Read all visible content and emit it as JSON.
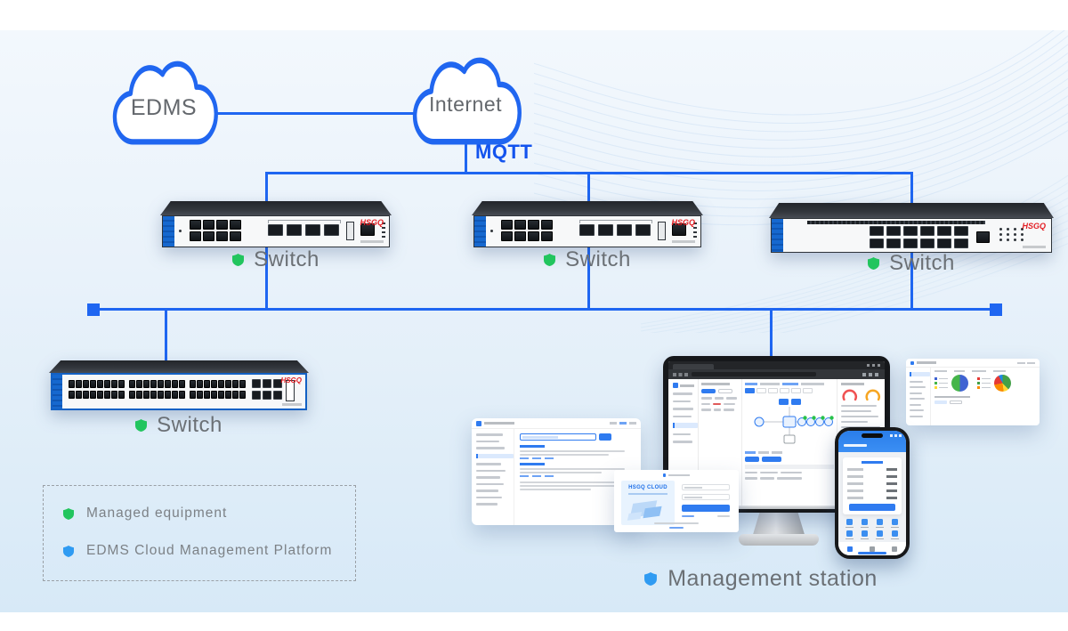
{
  "title": "EDMS cloud management network topology",
  "colors": {
    "line_blue": "#1f66f1",
    "mqtt_blue": "#1353ee",
    "label_gray": "#6b7075",
    "legend_gray": "#7c8186",
    "managed_green": "#22c55e",
    "platform_blue": "#2f9bf2",
    "brand_red": "#e31e24",
    "faceplate_blue": "#1464c8"
  },
  "clouds": {
    "edms": {
      "label": "EDMS"
    },
    "internet": {
      "label": "Internet"
    }
  },
  "protocol_label": "MQTT",
  "devices": {
    "top_switch_1": {
      "label": "Switch",
      "brand": "HSGQ",
      "ports": {
        "rj45": 8,
        "sfp": 4,
        "uplink": 1
      }
    },
    "top_switch_2": {
      "label": "Switch",
      "brand": "HSGQ",
      "ports": {
        "rj45": 8,
        "sfp": 4,
        "uplink": 1
      }
    },
    "top_switch_3": {
      "label": "Switch",
      "brand": "HSGQ",
      "ports": {
        "sfp": 12,
        "uplink": 1
      }
    },
    "access_switch": {
      "label": "Switch",
      "brand": "HSGQ",
      "ports": {
        "rj45": 48,
        "sfp": 6
      }
    }
  },
  "legend": {
    "items": [
      {
        "icon": "shield-icon",
        "color": "#22c55e",
        "label": "Managed equipment"
      },
      {
        "icon": "shield-icon",
        "color": "#2f9bf2",
        "label": "EDMS Cloud Management Platform"
      }
    ]
  },
  "management_station": {
    "label": "Management station",
    "login_brand": "HSGQ CLOUD"
  }
}
